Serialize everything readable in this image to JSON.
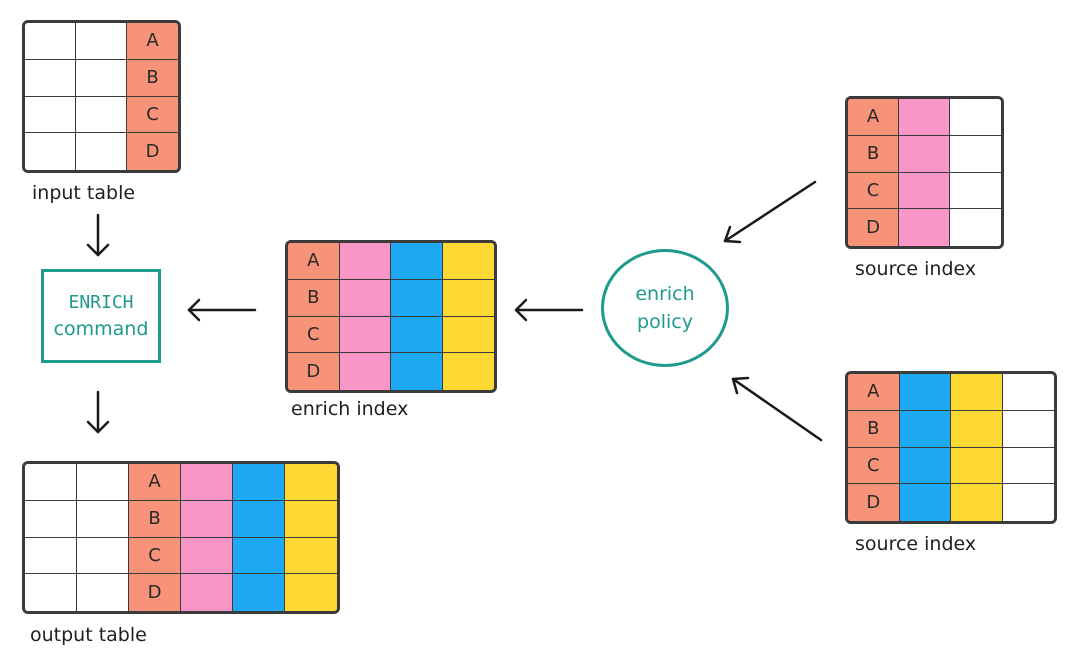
{
  "colors": {
    "key": "#f79378",
    "pink": "#f996c8",
    "blue": "#1ea9f4",
    "yellow": "#fed833",
    "empty": "#ffffff",
    "teal": "#1f9a8c",
    "border": "#3b3b3b"
  },
  "tables": {
    "input_table": {
      "label": "input table",
      "columns": [
        "empty",
        "empty",
        "key"
      ],
      "keys": [
        "A",
        "B",
        "C",
        "D"
      ]
    },
    "output_table": {
      "label": "output table",
      "columns": [
        "empty",
        "empty",
        "key",
        "pink",
        "blue",
        "yellow"
      ],
      "keys": [
        "A",
        "B",
        "C",
        "D"
      ]
    },
    "enrich_index": {
      "label": "enrich index",
      "columns": [
        "key",
        "pink",
        "blue",
        "yellow"
      ],
      "keys": [
        "A",
        "B",
        "C",
        "D"
      ]
    },
    "source_index_1": {
      "label": "source index",
      "columns": [
        "key",
        "pink",
        "empty"
      ],
      "keys": [
        "A",
        "B",
        "C",
        "D"
      ]
    },
    "source_index_2": {
      "label": "source index",
      "columns": [
        "key",
        "blue",
        "yellow",
        "empty"
      ],
      "keys": [
        "A",
        "B",
        "C",
        "D"
      ]
    }
  },
  "command": {
    "keyword": "ENRICH",
    "word": "command"
  },
  "policy": {
    "line1": "enrich",
    "line2": "policy"
  }
}
